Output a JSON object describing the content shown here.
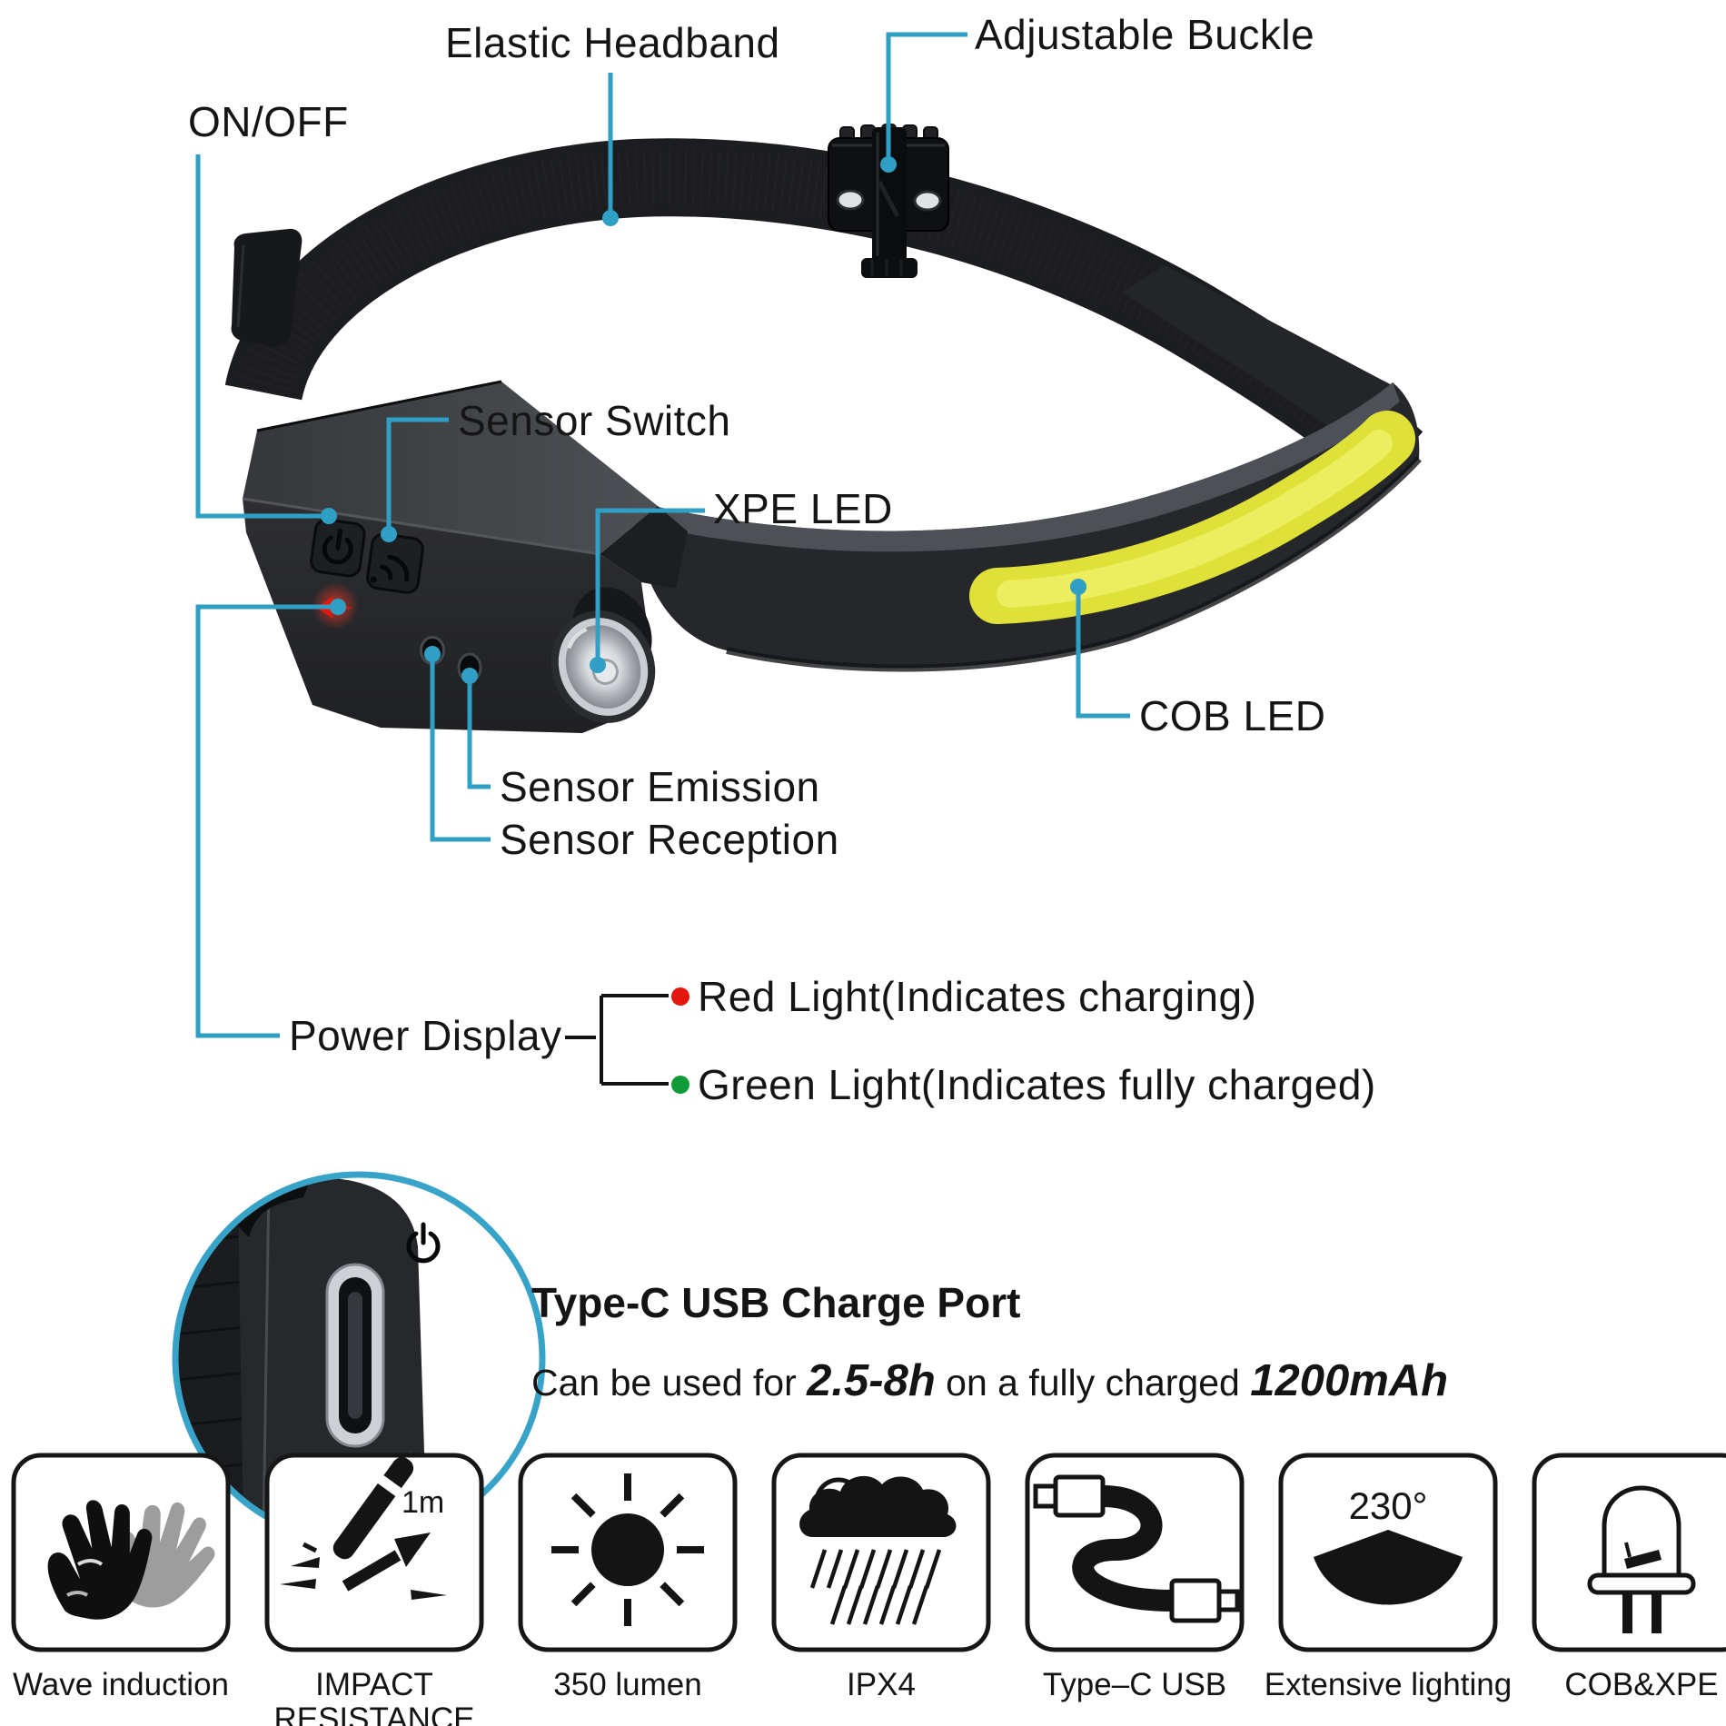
{
  "colors": {
    "accent": "#2f9fc6",
    "red_indicator": "#e3170d",
    "green_indicator": "#0f9c38",
    "cob_yellow": "#dfe139"
  },
  "callouts": {
    "elastic_headband": "Elastic Headband",
    "adjustable_buckle": "Adjustable Buckle",
    "on_off": "ON/OFF",
    "sensor_switch": "Sensor Switch",
    "xpe_led": "XPE LED",
    "cob_led": "COB LED",
    "sensor_emission": "Sensor Emission",
    "sensor_reception": "Sensor Reception",
    "power_display": "Power Display",
    "red_light": "Red Light(Indicates charging)",
    "green_light": "Green Light(Indicates fully charged)"
  },
  "inset": {
    "title": "Type-C USB Charge Port",
    "body_prefix": "Can be used for ",
    "duration": "2.5-8h",
    "body_mid": " on a fully charged ",
    "capacity": "1200mAh"
  },
  "features": [
    {
      "label": "Wave induction"
    },
    {
      "label": "IMPACT",
      "label2": "RESISTANCE",
      "badge": "1m"
    },
    {
      "label": "350 lumen"
    },
    {
      "label": "IPX4"
    },
    {
      "label": "Type–C USB"
    },
    {
      "label": "Extensive lighting",
      "badge": "230°"
    },
    {
      "label": "COB&XPE"
    }
  ]
}
